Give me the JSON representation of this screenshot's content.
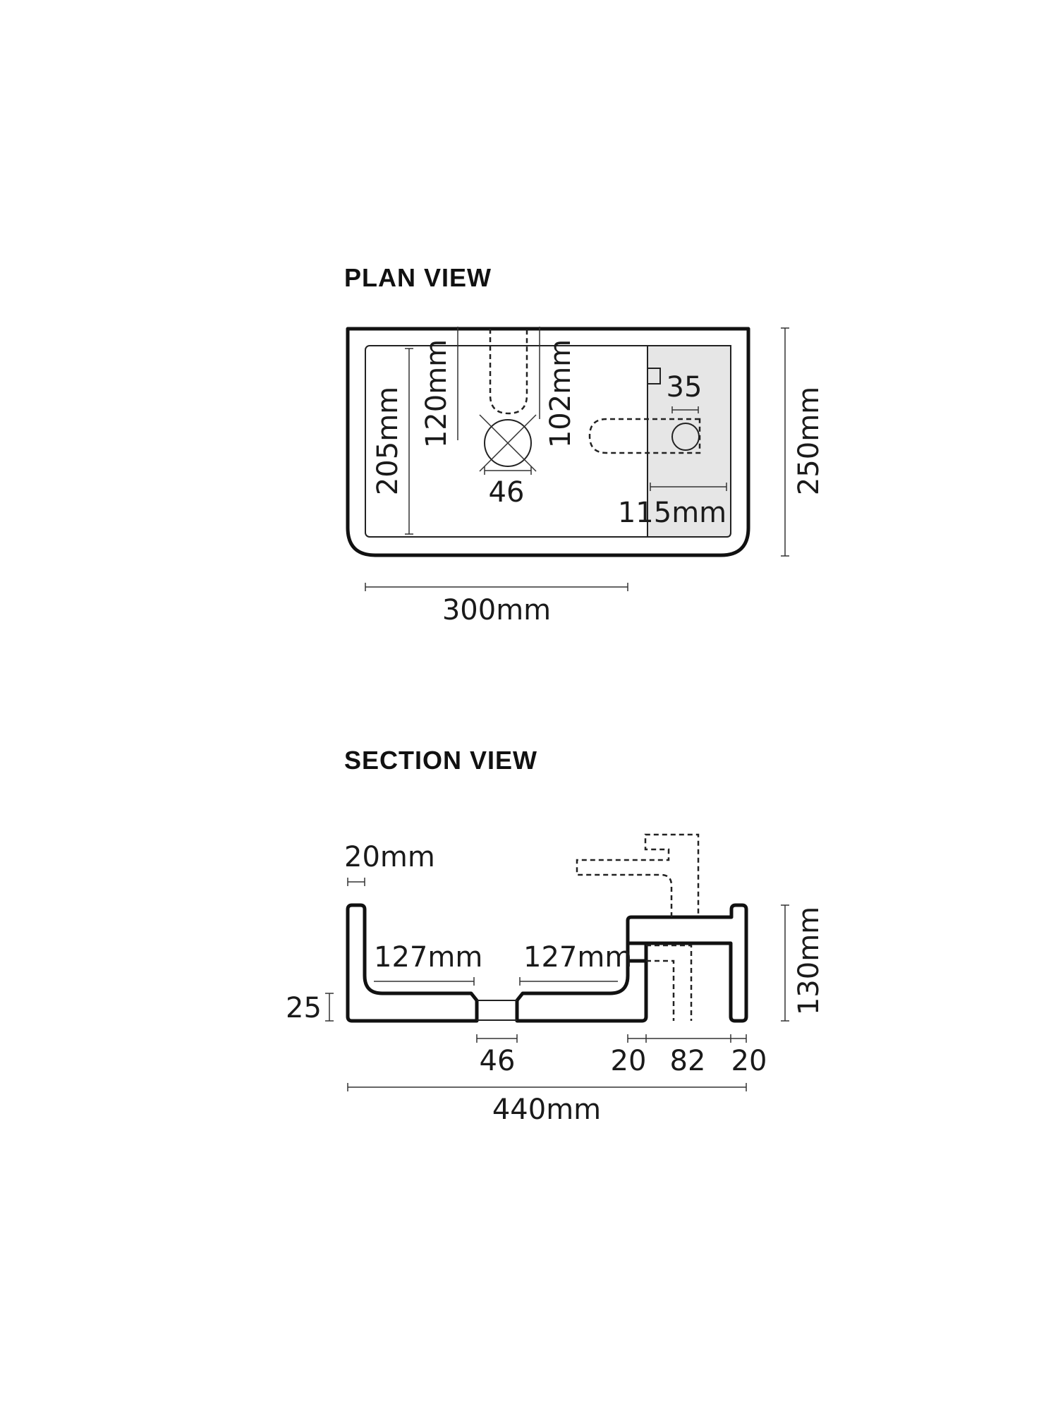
{
  "plan_view": {
    "title": "PLAN VIEW",
    "dims": {
      "depth_inner": "205mm",
      "drain_offset": "120mm",
      "drain_offset_2": "102mm",
      "drain_diameter": "46",
      "tap_hole": "35",
      "deck_width": "115mm",
      "overall_depth": "250mm",
      "basin_width": "300mm"
    },
    "colors": {
      "deck_fill": "#e6e6e6",
      "line": "#111111"
    }
  },
  "section_view": {
    "title": "SECTION VIEW",
    "dims": {
      "wall": "20mm",
      "left_floor": "127mm",
      "right_floor": "127mm",
      "base_thickness": "25",
      "drain": "46",
      "rear_wall_1": "20",
      "deck_gap": "82",
      "rear_wall_2": "20",
      "height": "130mm",
      "overall_width": "440mm"
    }
  }
}
